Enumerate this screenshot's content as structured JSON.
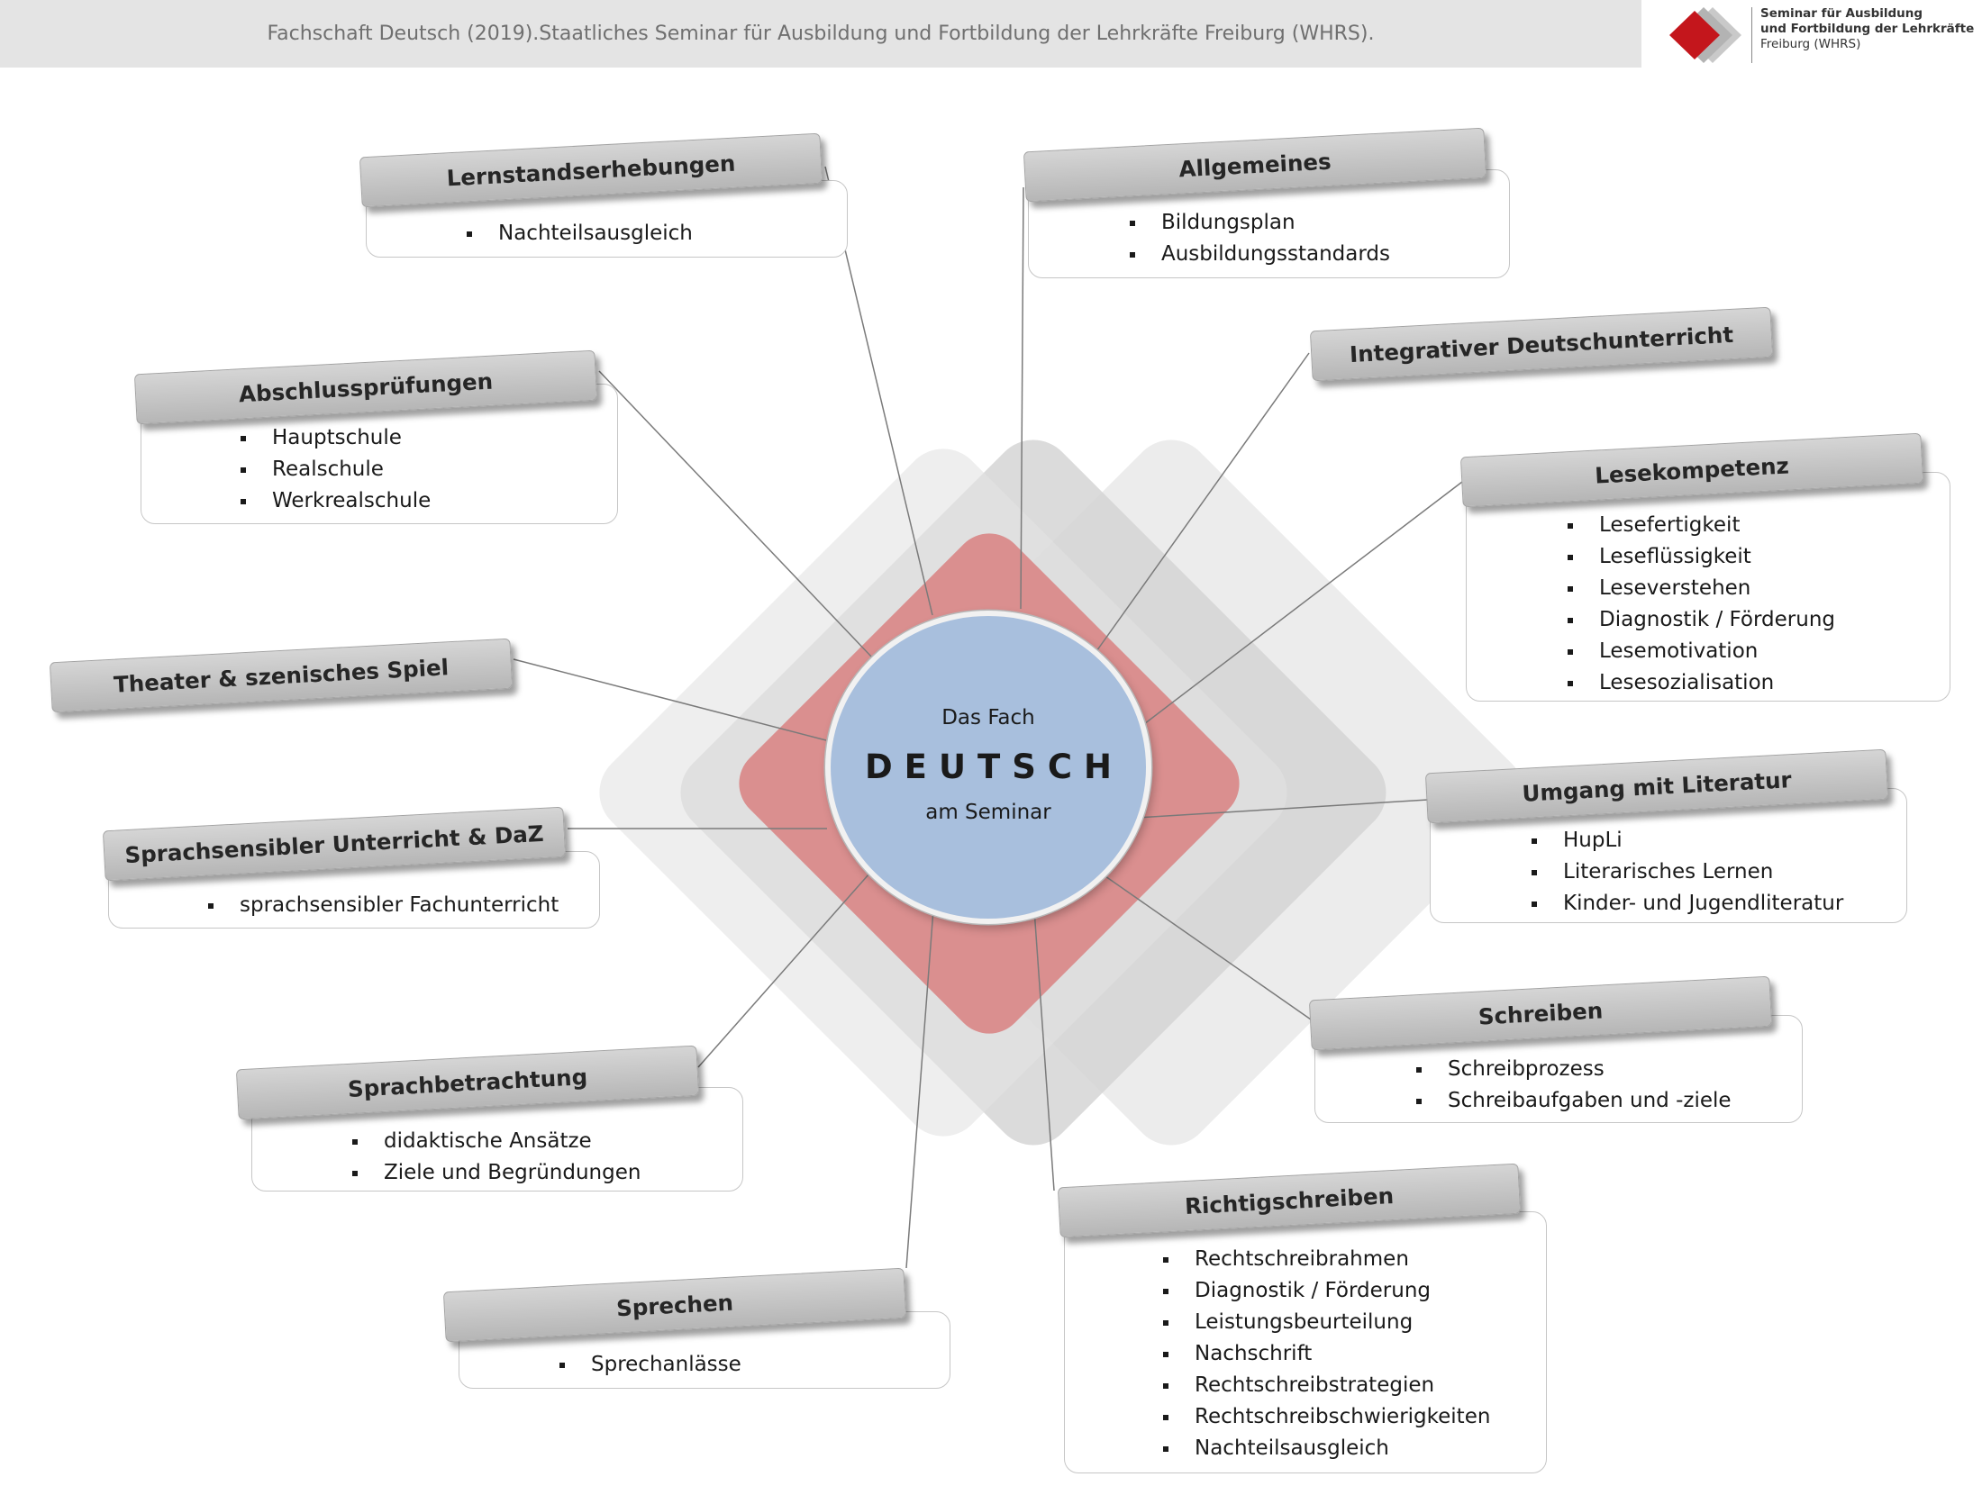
{
  "header": {
    "citation": "Fachschaft Deutsch (2019).Staatliches Seminar für Ausbildung und Fortbildung der Lehrkräfte Freiburg (WHRS).",
    "logo_line1": "Seminar für Ausbildung",
    "logo_line2": "und Fortbildung der Lehrkräfte",
    "logo_line3": "Freiburg (WHRS)"
  },
  "center": {
    "line1": "Das Fach",
    "line2": "DEUTSCH",
    "line3": "am Seminar"
  },
  "topics": [
    {
      "title": "Lernstandserhebungen",
      "items": [
        "Nachteilsausgleich"
      ]
    },
    {
      "title": "Allgemeines",
      "items": [
        "Bildungsplan",
        "Ausbildungsstandards"
      ]
    },
    {
      "title": "Integrativer Deutschunterricht",
      "items": []
    },
    {
      "title": "Abschlussprüfungen",
      "items": [
        "Hauptschule",
        "Realschule",
        "Werkrealschule"
      ]
    },
    {
      "title": "Lesekompetenz",
      "items": [
        "Lesefertigkeit",
        "Leseflüssigkeit",
        "Leseverstehen",
        "Diagnostik / Förderung",
        "Lesemotivation",
        "Lesesozialisation"
      ]
    },
    {
      "title": "Theater & szenisches Spiel",
      "items": []
    },
    {
      "title": "Umgang mit Literatur",
      "items": [
        "HupLi",
        "Literarisches Lernen",
        "Kinder- und Jugendliteratur"
      ]
    },
    {
      "title": "Sprachsensibler Unterricht & DaZ",
      "items": [
        "sprachsensibler Fachunterricht"
      ]
    },
    {
      "title": "Schreiben",
      "items": [
        "Schreibprozess",
        "Schreibaufgaben und -ziele"
      ]
    },
    {
      "title": "Sprachbetrachtung",
      "items": [
        "didaktische Ansätze",
        "Ziele und Begründungen"
      ]
    },
    {
      "title": "Richtigschreiben",
      "items": [
        "Rechtschreibrahmen",
        "Diagnostik / Förderung",
        "Leistungsbeurteilung",
        "Nachschrift",
        "Rechtschreibstrategien",
        "Rechtschreibschwierigkeiten",
        "Nachteilsausgleich"
      ]
    },
    {
      "title": "Sprechen",
      "items": [
        "Sprechanlässe"
      ]
    }
  ]
}
